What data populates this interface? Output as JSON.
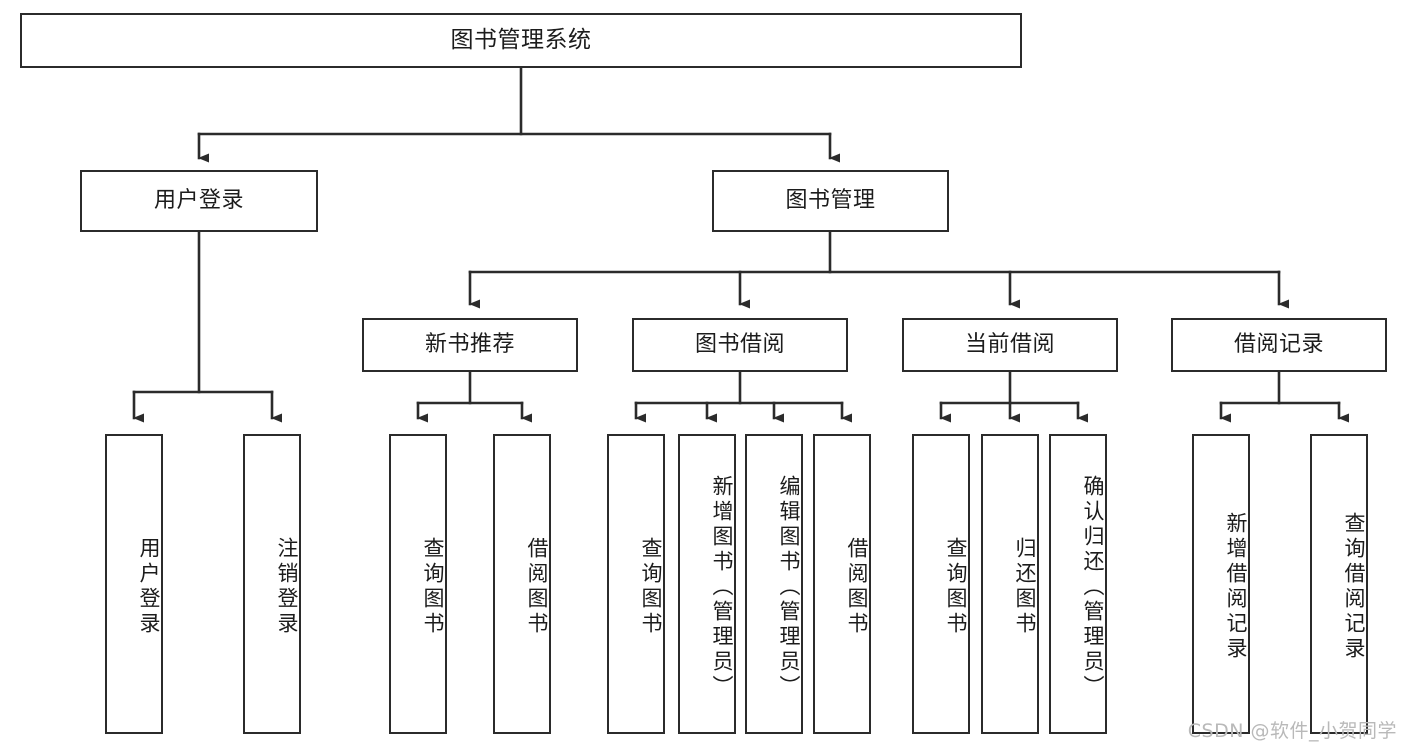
{
  "diagram": {
    "type": "tree-hierarchy",
    "title": "图书管理系统",
    "orientation": "top-down",
    "colors": {
      "stroke": "#2b2b2b",
      "fill": "#ffffff",
      "text": "#1c1c1c",
      "watermark": "#b9b9b9"
    },
    "levels": [
      {
        "level": 1,
        "nodes": [
          {
            "id": "root",
            "label": "图书管理系统",
            "orientation": "horizontal"
          }
        ]
      },
      {
        "level": 2,
        "nodes": [
          {
            "id": "user-login",
            "label": "用户登录",
            "orientation": "horizontal",
            "parent": "root"
          },
          {
            "id": "book-manage",
            "label": "图书管理",
            "orientation": "horizontal",
            "parent": "root"
          }
        ]
      },
      {
        "level": 3,
        "nodes": [
          {
            "id": "new-book-rec",
            "label": "新书推荐",
            "orientation": "horizontal",
            "parent": "book-manage"
          },
          {
            "id": "book-borrow",
            "label": "图书借阅",
            "orientation": "horizontal",
            "parent": "book-manage"
          },
          {
            "id": "current-borrow",
            "label": "当前借阅",
            "orientation": "horizontal",
            "parent": "book-manage"
          },
          {
            "id": "borrow-record",
            "label": "借阅记录",
            "orientation": "horizontal",
            "parent": "book-manage"
          }
        ]
      },
      {
        "level": 4,
        "nodes": [
          {
            "id": "leaf-user-login",
            "label": "用户登录",
            "orientation": "vertical",
            "parent": "user-login"
          },
          {
            "id": "leaf-user-logout",
            "label": "注销登录",
            "orientation": "vertical",
            "parent": "user-login"
          },
          {
            "id": "leaf-query-book-1",
            "label": "查询图书",
            "orientation": "vertical",
            "parent": "new-book-rec"
          },
          {
            "id": "leaf-borrow-book-1",
            "label": "借阅图书",
            "orientation": "vertical",
            "parent": "new-book-rec"
          },
          {
            "id": "leaf-query-book-2",
            "label": "查询图书",
            "orientation": "vertical",
            "parent": "book-borrow"
          },
          {
            "id": "leaf-add-book",
            "label": "新增图书（管理员）",
            "orientation": "vertical",
            "parent": "book-borrow"
          },
          {
            "id": "leaf-edit-book",
            "label": "编辑图书（管理员）",
            "orientation": "vertical",
            "parent": "book-borrow"
          },
          {
            "id": "leaf-borrow-book-2",
            "label": "借阅图书",
            "orientation": "vertical",
            "parent": "book-borrow"
          },
          {
            "id": "leaf-query-book-3",
            "label": "查询图书",
            "orientation": "vertical",
            "parent": "current-borrow"
          },
          {
            "id": "leaf-return-book",
            "label": "归还图书",
            "orientation": "vertical",
            "parent": "current-borrow"
          },
          {
            "id": "leaf-confirm-return",
            "label": "确认归还（管理员）",
            "orientation": "vertical",
            "parent": "current-borrow"
          },
          {
            "id": "leaf-add-record",
            "label": "新增借阅记录",
            "orientation": "vertical",
            "parent": "borrow-record"
          },
          {
            "id": "leaf-query-record",
            "label": "查询借阅记录",
            "orientation": "vertical",
            "parent": "borrow-record"
          }
        ]
      }
    ]
  },
  "watermark": {
    "text": "CSDN @软件_小贺同学"
  }
}
